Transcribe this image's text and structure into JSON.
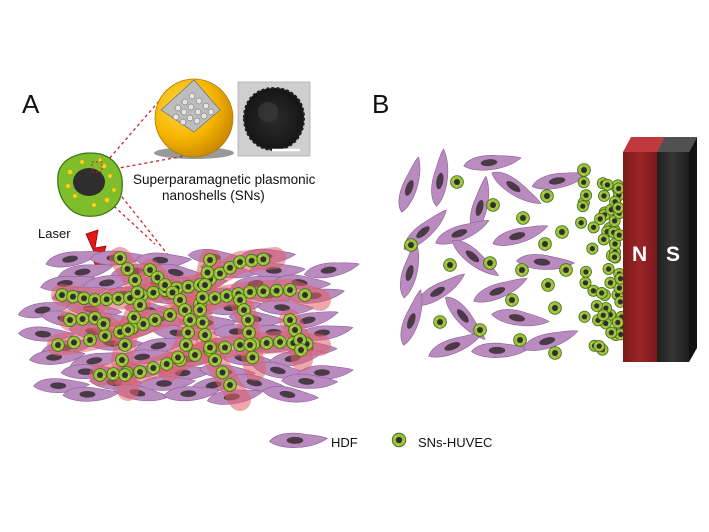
{
  "panels": {
    "a_label": "A",
    "b_label": "B"
  },
  "nanoshell_caption": {
    "line1": "Superparamagnetic plasmonic",
    "line2": "nanoshells (SNs)"
  },
  "laser_label": "Laser",
  "magnet": {
    "north_label": "N",
    "south_label": "S"
  },
  "legend": {
    "hdf_label": "HDF",
    "sns_huvec_label": "SNs-HUVEC"
  },
  "colors": {
    "hdf_body": "#b98bbf",
    "hdf_edge": "#8f5f98",
    "nucleus": "#4a3a46",
    "huvec_shell": "#98c23e",
    "huvec_edge": "#3f6a1a",
    "huvec_core": "#2f2f2f",
    "gold": "#f6b400",
    "magnet_red": "#8e1f21",
    "magnet_dark": "#2b2b2b",
    "guide_red": "#d42020",
    "glow": "#e0606a"
  },
  "icons": [
    "laser-icon",
    "nanoshell-icon",
    "tem-image-icon",
    "magnet-icon"
  ]
}
